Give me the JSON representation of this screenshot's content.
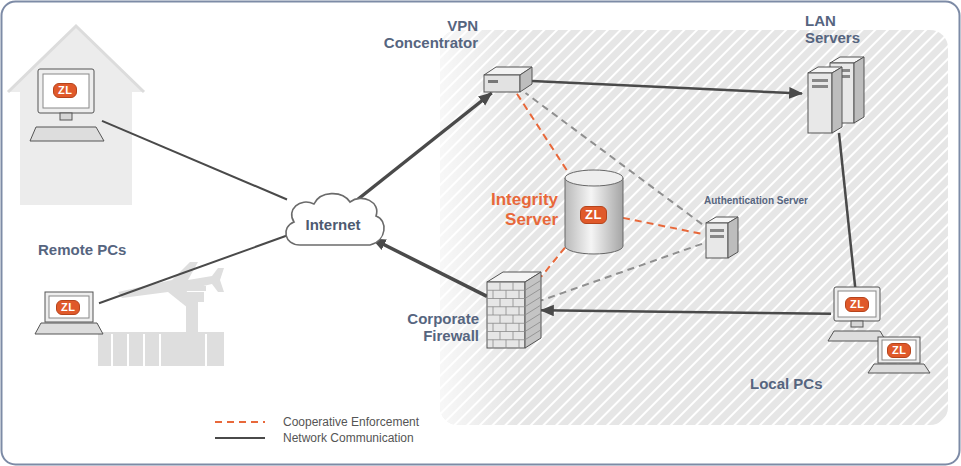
{
  "diagram": {
    "nodes": [
      {
        "text": [
          "ZL",
          "Remote PCs"
        ]
      },
      {
        "text": [
          "ZL"
        ]
      },
      {
        "text": [
          "Internet"
        ]
      },
      {
        "text": [
          "VPN Concentrator"
        ]
      },
      {
        "text": [
          "Integrity Server",
          "ZL"
        ]
      },
      {
        "text": [
          "Corporate Firewall"
        ]
      },
      {
        "text": [
          "LAN Servers"
        ]
      },
      {
        "text": [
          "Authentication Server"
        ]
      },
      {
        "text": [
          "ZL"
        ]
      },
      {
        "text": [
          "ZL",
          "Local PCs"
        ]
      }
    ],
    "edges": [
      {
        "from": 0,
        "to": 2,
        "arrow": "none"
      },
      {
        "from": 1,
        "to": 2,
        "arrow": "none"
      },
      {
        "from": 2,
        "to": 3,
        "arrow": "to"
      },
      {
        "from": 5,
        "to": 2,
        "arrow": "to"
      },
      {
        "from": 3,
        "to": 6,
        "arrow": "to"
      },
      {
        "from": 6,
        "to": 8,
        "arrow": "none"
      },
      {
        "from": 8,
        "to": 5,
        "arrow": "to"
      },
      {
        "from": 4,
        "to": 3,
        "arrow": "none"
      },
      {
        "from": 4,
        "to": 7,
        "arrow": "none"
      },
      {
        "from": 4,
        "to": 5,
        "arrow": "none"
      },
      {
        "from": 7,
        "to": 3,
        "arrow": "none"
      },
      {
        "from": 7,
        "to": 5,
        "arrow": "none"
      }
    ],
    "legend": [
      {
        "text": "Cooperative Enforcement"
      },
      {
        "text": "Network Communication"
      }
    ]
  }
}
